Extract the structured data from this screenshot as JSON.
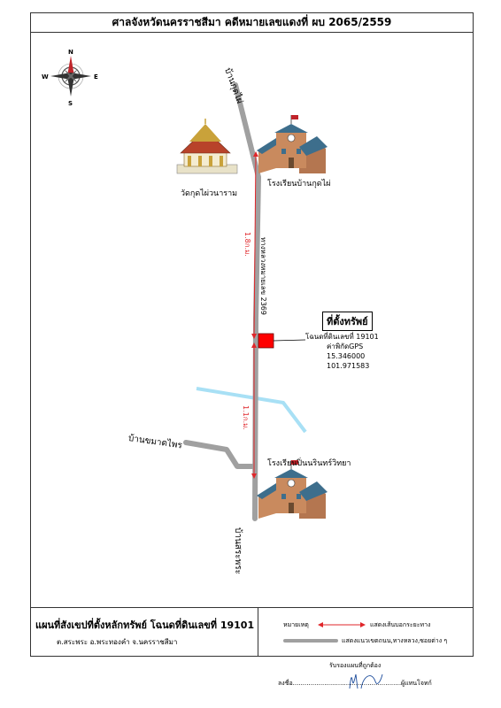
{
  "header": {
    "title": "ศาลจังหวัดนครราชสีมา คดีหมายเลขแดงที่ ผบ 2065/2559"
  },
  "compass": {
    "n": "N",
    "s": "S",
    "e": "E",
    "w": "W"
  },
  "places": {
    "village_north": "บ้านกุดไผ่",
    "temple": "วัดกุดไผ่วนาราม",
    "school_north": "โรงเรียนบ้านกุดไผ่",
    "highway": "ทางหลวงหมายเลข 2369",
    "dist_north": "1.8ก.ม.",
    "dist_south": "1.1ก.ม.",
    "village_west": "บ้านขมาดไพร",
    "school_south": "โรงเรียนปิ่นนรินทร์วิทยา",
    "village_south": "บ้านสระพระ"
  },
  "property": {
    "title": "ที่ตั้งทรัพย์",
    "deed": "โฉนดที่ดินเลขที่ 19101",
    "gps_label": "ค่าพิกัดGPS",
    "lat": "15.346000",
    "lon": "101.971583"
  },
  "footer": {
    "title": "แผนที่สังเขปที่ตั้งหลักทรัพย์ โฉนดที่ดินเลขที่ 19101",
    "subtitle": "ต.สระพระ  อ.พระทองคำ  จ.นครราชสีมา",
    "legend_remark_label": "หมายเหตุ",
    "legend_arrow_label": "แสดงเส้นบอกระยะทาง",
    "legend_road_label": "แสดงแนวเขตถนน,ทางหลวง,ซอยต่าง ๆ",
    "sign_confirm": "รับรองแผนที่ถูกต้อง",
    "sign_prefix": "ลงชื่อ.......................................................",
    "sign_suffix": "ผู้แทนโจทก์"
  },
  "colors": {
    "road": "#a0a0a0",
    "distance_arrow": "#e0262a",
    "property_marker": "#ff0000",
    "stream": "#a8e0f5",
    "roof": "#3d6e8c",
    "wall": "#c98a5e"
  }
}
